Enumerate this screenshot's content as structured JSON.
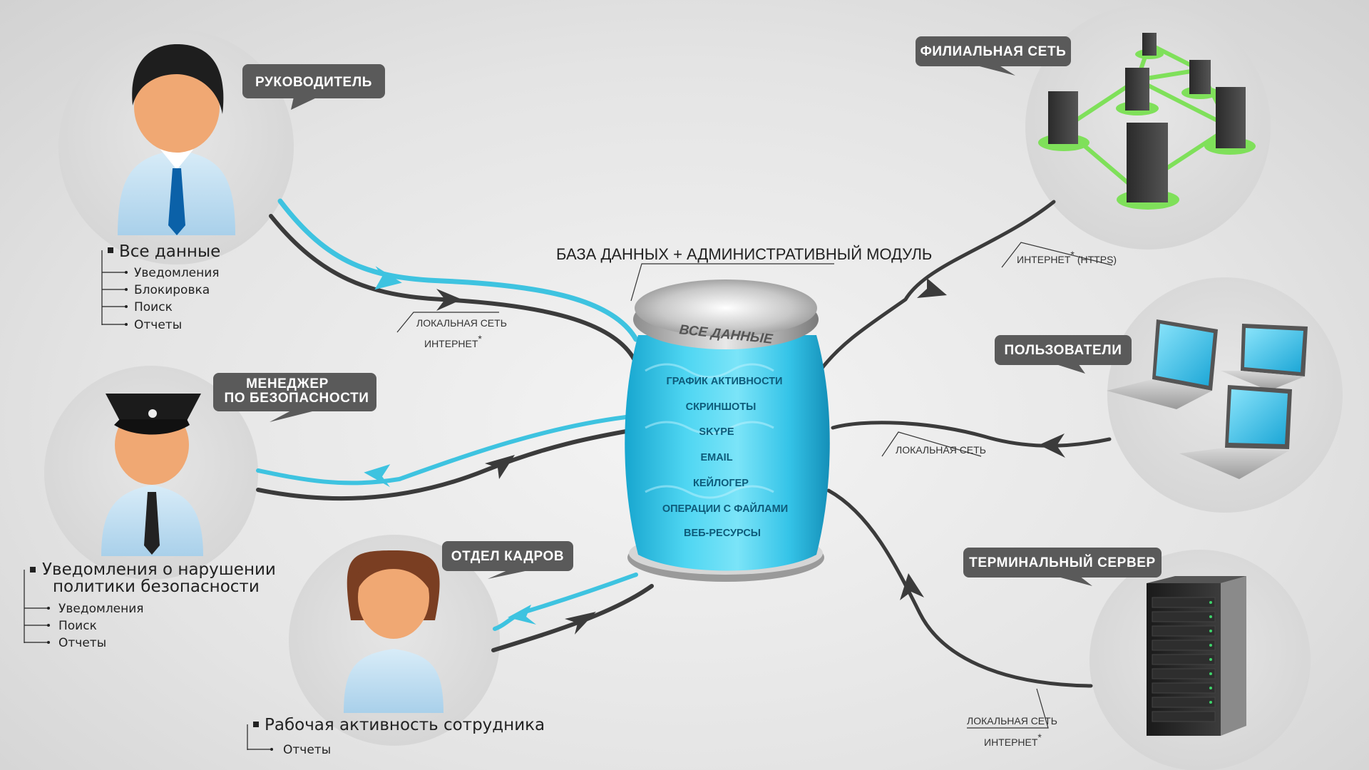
{
  "central": {
    "title": "БАЗА ДАННЫХ + АДМИНИСТРАТИВНЫЙ МОДУЛЬ",
    "lid_text": "ВСЕ ДАННЫЕ",
    "items": [
      "ГРАФИК АКТИВНОСТИ",
      "СКРИНШОТЫ",
      "SKYPE",
      "EMAIL",
      "КЕЙЛОГЕР",
      "ОПЕРАЦИИ С ФАЙЛАМИ",
      "ВЕБ-РЕСУРСЫ"
    ]
  },
  "nodes": {
    "director": {
      "bubble": "РУКОВОДИТЕЛЬ",
      "tree_title": "Все данные",
      "tree_items": [
        "Уведомления",
        "Блокировка",
        "Поиск",
        "Отчеты"
      ]
    },
    "security": {
      "bubble_line1": "МЕНЕДЖЕР",
      "bubble_line2": "ПО БЕЗОПАСНОСТИ",
      "tree_title_line1": "Уведомления о нарушении",
      "tree_title_line2": "политики безопасности",
      "tree_items": [
        "Уведомления",
        "Поиск",
        "Отчеты"
      ]
    },
    "hr": {
      "bubble": "ОТДЕЛ КАДРОВ",
      "tree_title": "Рабочая активность сотрудника",
      "tree_items": [
        "Отчеты"
      ]
    },
    "branch": {
      "bubble": "ФИЛИАЛЬНАЯ СЕТЬ"
    },
    "users": {
      "bubble": "ПОЛЬЗОВАТЕЛИ"
    },
    "terminal": {
      "bubble": "ТЕРМИНАЛЬНЫЙ СЕРВЕР"
    }
  },
  "connections": {
    "director": {
      "line1": "ЛОКАЛЬНАЯ СЕТЬ",
      "line2": "ИНТЕРНЕТ",
      "mark": "*"
    },
    "branch": {
      "line1": "ИНТЕРНЕТ",
      "mark": "*",
      "line1_suffix": "(HTTPS)"
    },
    "users": {
      "line1": "ЛОКАЛЬНАЯ СЕТЬ"
    },
    "terminal": {
      "line1": "ЛОКАЛЬНАЯ СЕТЬ",
      "line2": "ИНТЕРНЕТ",
      "mark": "*"
    }
  },
  "colors": {
    "incoming_line": "#3b3b3b",
    "outgoing_line": "#3ec3e0",
    "bubble": "#5a5a5a",
    "db_body": "#29c2e6",
    "network_link": "#7fe05a"
  }
}
